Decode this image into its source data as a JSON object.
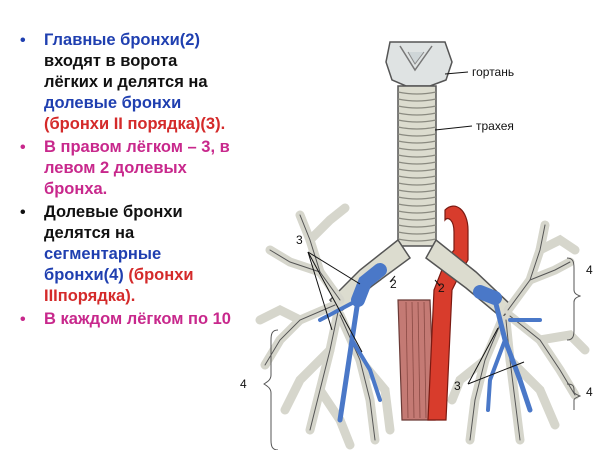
{
  "bullets": [
    {
      "color": "#1f3fb0",
      "segments": [
        {
          "text": "Главные бронхи(2) ",
          "color": "#1f3fb0"
        },
        {
          "text": "входят в ворота лёгких и делятся на ",
          "color": "#111111"
        },
        {
          "text": "долевые бронхи ",
          "color": "#1f3fb0"
        },
        {
          "text": "(бронхи II порядка)(3).",
          "color": "#d42a2a"
        }
      ]
    },
    {
      "color": "#c8288c",
      "segments": [
        {
          "text": "В правом лёгком – 3, в левом 2 долевых бронха.",
          "color": "#c8288c"
        }
      ]
    },
    {
      "color": "#111111",
      "segments": [
        {
          "text": "Долевые бронхи делятся на ",
          "color": "#111111"
        },
        {
          "text": "сегментарные бронхи(4) ",
          "color": "#1f3fb0"
        },
        {
          "text": "(бронхи IIIпорядка).",
          "color": "#d42a2a"
        }
      ]
    },
    {
      "color": "#c8288c",
      "segments": [
        {
          "text": "В каждом лёгком по 10",
          "color": "#c8288c"
        }
      ]
    }
  ],
  "figure": {
    "label_larynx": "гортань",
    "label_trachea": "трахея",
    "num_3_top": "3",
    "num_2_right": "2",
    "num_2_left": "2",
    "num_3_bottom": "3",
    "num_4_right_top": "4",
    "num_4_left": "4",
    "num_4_right_bottom": "4",
    "colors": {
      "airway": "#d9d9cf",
      "airway_outline": "#555555",
      "vein": "#4a78c8",
      "artery": "#d83c2c",
      "esophagus": "#c47a74"
    }
  }
}
